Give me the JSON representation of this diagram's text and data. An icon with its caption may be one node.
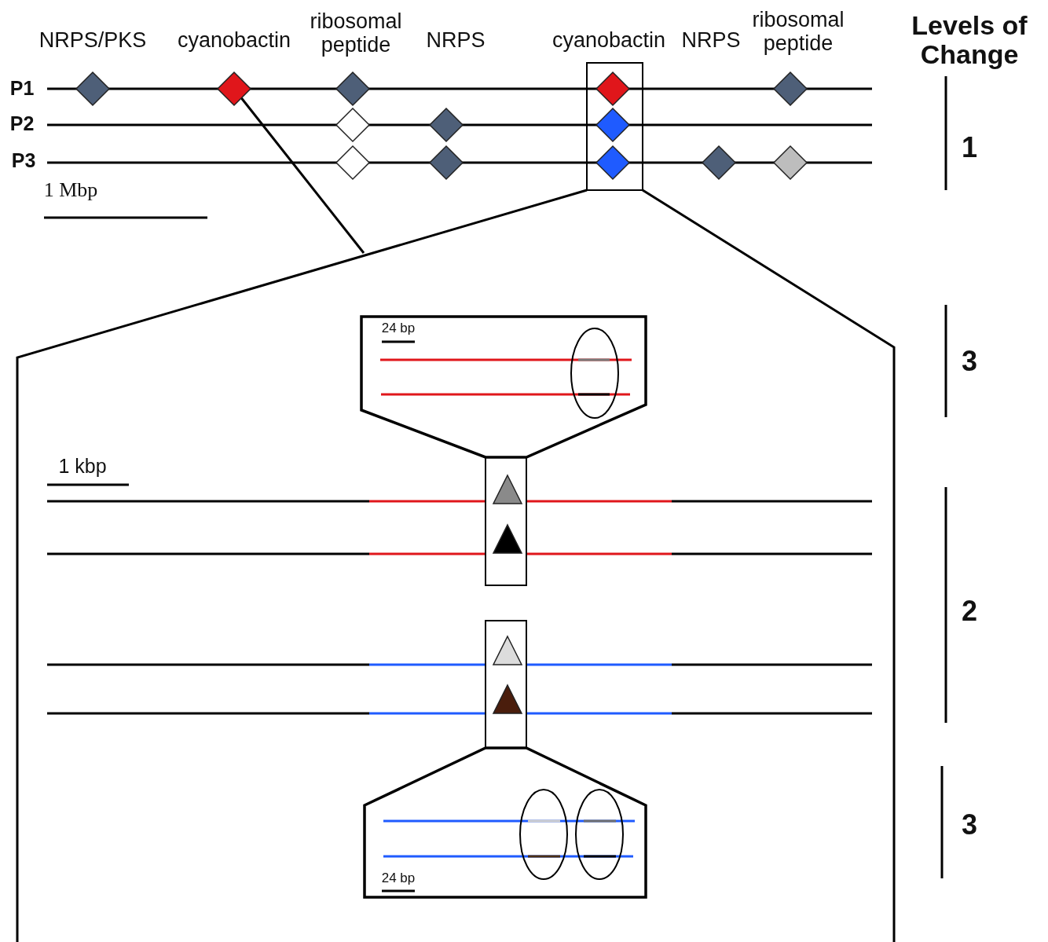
{
  "diagram": {
    "labels": [
      "NRPS/PKS",
      "cyanobactin",
      "ribosomal peptide",
      "NRPS",
      "cyanobactin",
      "NRPS",
      "ribosomal peptide",
      "Levels of Change",
      "P1",
      "P2",
      "P3",
      "1",
      "1 Mbp",
      "3",
      "24 bp",
      "1 kbp",
      "2",
      "3",
      "24 bp"
    ]
  }
}
